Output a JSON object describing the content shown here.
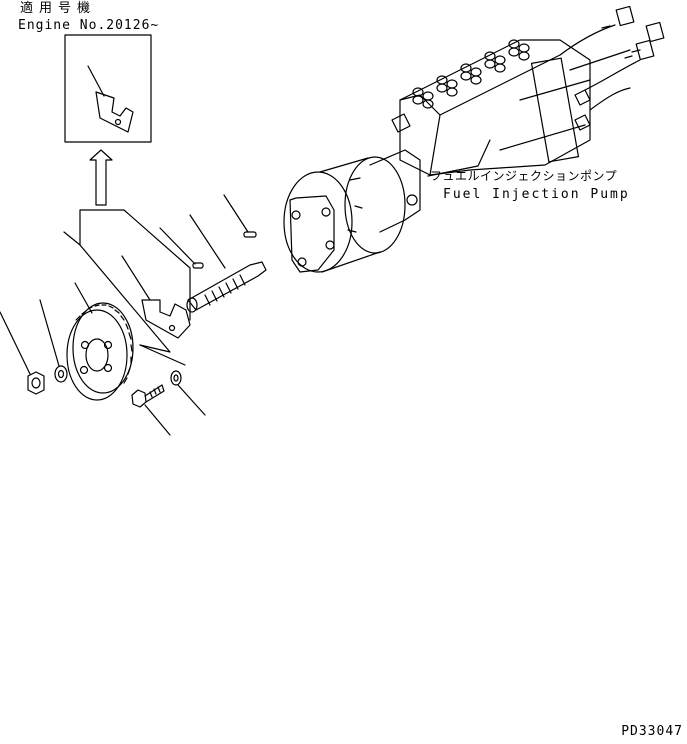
{
  "header": {
    "applicability_jp": "適用号機",
    "applicability_en": "Engine No.20126~"
  },
  "callouts": {
    "pump_jp": "フュエルインジェクションポンプ",
    "pump_en": "Fuel Injection Pump"
  },
  "footer": {
    "drawing_code": "PD33047"
  }
}
